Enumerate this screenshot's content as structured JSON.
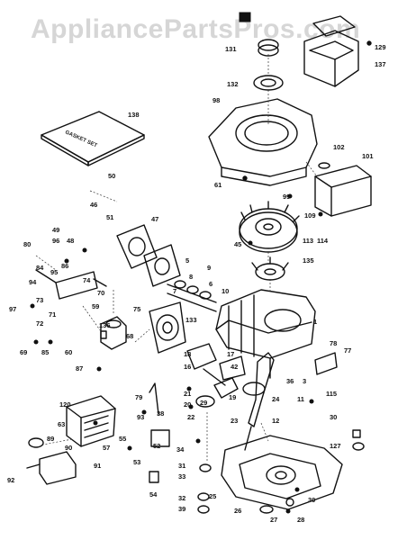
{
  "watermark": "AppliancePartsPros.com",
  "gasket_set_text": "GASKET SET",
  "callouts": [
    {
      "id": "c138",
      "text": "138"
    },
    {
      "id": "c129",
      "text": "129"
    },
    {
      "id": "c131",
      "text": "131"
    },
    {
      "id": "c132",
      "text": "132"
    },
    {
      "id": "c137",
      "text": "137"
    },
    {
      "id": "c98",
      "text": "98"
    },
    {
      "id": "c102",
      "text": "102"
    },
    {
      "id": "c101",
      "text": "101"
    },
    {
      "id": "c50",
      "text": "50"
    },
    {
      "id": "c46",
      "text": "46"
    },
    {
      "id": "c61",
      "text": "61"
    },
    {
      "id": "c99",
      "text": "99"
    },
    {
      "id": "c109",
      "text": "109"
    },
    {
      "id": "c51",
      "text": "51"
    },
    {
      "id": "c47",
      "text": "47"
    },
    {
      "id": "c49",
      "text": "49"
    },
    {
      "id": "c96",
      "text": "96"
    },
    {
      "id": "c48",
      "text": "48"
    },
    {
      "id": "c80",
      "text": "80"
    },
    {
      "id": "c113",
      "text": "113"
    },
    {
      "id": "c114",
      "text": "114"
    },
    {
      "id": "c45",
      "text": "45"
    },
    {
      "id": "c135",
      "text": "135"
    },
    {
      "id": "c5",
      "text": "5"
    },
    {
      "id": "c9",
      "text": "9"
    },
    {
      "id": "c84",
      "text": "84"
    },
    {
      "id": "c95",
      "text": "95"
    },
    {
      "id": "c86",
      "text": "86"
    },
    {
      "id": "c94",
      "text": "94"
    },
    {
      "id": "c74",
      "text": "74"
    },
    {
      "id": "c70",
      "text": "70"
    },
    {
      "id": "c8",
      "text": "8"
    },
    {
      "id": "c6",
      "text": "6"
    },
    {
      "id": "c7",
      "text": "7"
    },
    {
      "id": "c10",
      "text": "10"
    },
    {
      "id": "c97",
      "text": "97"
    },
    {
      "id": "c73",
      "text": "73"
    },
    {
      "id": "c59",
      "text": "59"
    },
    {
      "id": "c75",
      "text": "75"
    },
    {
      "id": "c133",
      "text": "133"
    },
    {
      "id": "c1",
      "text": "1"
    },
    {
      "id": "c71",
      "text": "71"
    },
    {
      "id": "c72",
      "text": "72"
    },
    {
      "id": "c136",
      "text": "136"
    },
    {
      "id": "c68",
      "text": "68"
    },
    {
      "id": "c85",
      "text": "85"
    },
    {
      "id": "c60",
      "text": "60"
    },
    {
      "id": "c69",
      "text": "69"
    },
    {
      "id": "c87",
      "text": "87"
    },
    {
      "id": "c16",
      "text": "16"
    },
    {
      "id": "c78",
      "text": "78"
    },
    {
      "id": "c77",
      "text": "77"
    },
    {
      "id": "c18",
      "text": "18"
    },
    {
      "id": "c17",
      "text": "17"
    },
    {
      "id": "c42",
      "text": "42"
    },
    {
      "id": "c36",
      "text": "36"
    },
    {
      "id": "c3",
      "text": "3"
    },
    {
      "id": "c115",
      "text": "115"
    },
    {
      "id": "c21",
      "text": "21"
    },
    {
      "id": "c20",
      "text": "20"
    },
    {
      "id": "c11",
      "text": "11"
    },
    {
      "id": "c19",
      "text": "19"
    },
    {
      "id": "c22",
      "text": "22"
    },
    {
      "id": "c24",
      "text": "24"
    },
    {
      "id": "c12",
      "text": "12"
    },
    {
      "id": "c30",
      "text": "30"
    },
    {
      "id": "c120",
      "text": "120"
    },
    {
      "id": "c79",
      "text": "79"
    },
    {
      "id": "c38",
      "text": "38"
    },
    {
      "id": "c93",
      "text": "93"
    },
    {
      "id": "c63",
      "text": "63"
    },
    {
      "id": "c23",
      "text": "23"
    },
    {
      "id": "c127",
      "text": "127"
    },
    {
      "id": "c89",
      "text": "89"
    },
    {
      "id": "c90",
      "text": "90"
    },
    {
      "id": "c57",
      "text": "57"
    },
    {
      "id": "c53",
      "text": "53"
    },
    {
      "id": "c52",
      "text": "52"
    },
    {
      "id": "c54",
      "text": "54"
    },
    {
      "id": "c34",
      "text": "34"
    },
    {
      "id": "c31",
      "text": "31"
    },
    {
      "id": "c33",
      "text": "33"
    },
    {
      "id": "c91",
      "text": "91"
    },
    {
      "id": "c92",
      "text": "92"
    },
    {
      "id": "c32",
      "text": "32"
    },
    {
      "id": "c39",
      "text": "39"
    },
    {
      "id": "c25",
      "text": "25"
    },
    {
      "id": "c26",
      "text": "26"
    },
    {
      "id": "c27",
      "text": "27"
    },
    {
      "id": "c28",
      "text": "28"
    },
    {
      "id": "c29",
      "text": "29"
    },
    {
      "id": "c55",
      "text": "55"
    },
    {
      "id": "c30b",
      "text": "30"
    }
  ]
}
